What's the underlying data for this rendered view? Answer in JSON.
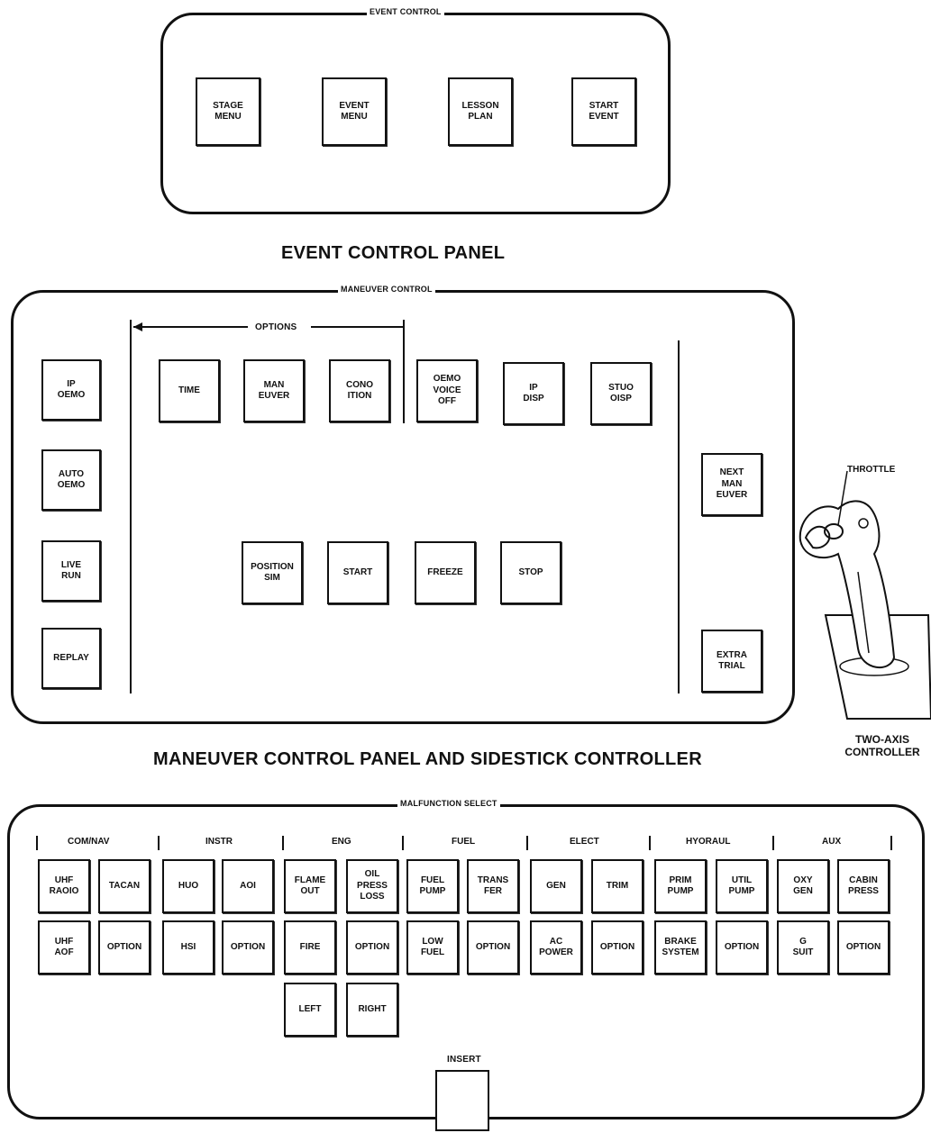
{
  "event_panel": {
    "legend": "EVENT CONTROL",
    "caption": "EVENT CONTROL PANEL",
    "buttons": [
      "STAGE\nMENU",
      "EVENT\nMENU",
      "LESSON\nPLAN",
      "START\nEVENT"
    ]
  },
  "maneuver_panel": {
    "legend": "MANEUVER CONTROL",
    "options_label": "OPTIONS",
    "caption": "MANEUVER CONTROL PANEL AND SIDESTICK CONTROLLER",
    "left_buttons": [
      "IP\nOEMO",
      "AUTO\nOEMO",
      "LIVE\nRUN",
      "REPLAY"
    ],
    "top_buttons": [
      "TIME",
      "MAN\nEUVER",
      "CONO\nITION",
      "OEMO\nVOICE\nOFF",
      "IP\nDISP",
      "STUO\nOISP"
    ],
    "bottom_buttons": [
      "POSITION\nSIM",
      "START",
      "FREEZE",
      "STOP"
    ],
    "right_buttons": [
      "NEXT\nMAN\nEUVER",
      "EXTRA\nTRIAL"
    ]
  },
  "controller": {
    "throttle_label": "THROTTLE",
    "caption": "TWO-AXIS\nCONTROLLER"
  },
  "malfunction_panel": {
    "legend": "MALFUNCTION SELECT",
    "insert_label": "INSERT",
    "groups": [
      "COM/NAV",
      "INSTR",
      "ENG",
      "FUEL",
      "ELECT",
      "HYORAUL",
      "AUX"
    ],
    "row1": [
      "UHF\nRAOIO",
      "TACAN",
      "HUO",
      "AOI",
      "FLAME\nOUT",
      "OIL\nPRESS\nLOSS",
      "FUEL\nPUMP",
      "TRANS\nFER",
      "GEN",
      "TRIM",
      "PRIM\nPUMP",
      "UTIL\nPUMP",
      "OXY\nGEN",
      "CABIN\nPRESS"
    ],
    "row2": [
      "UHF\nAOF",
      "OPTION",
      "HSI",
      "OPTION",
      "FIRE",
      "OPTION",
      "LOW\nFUEL",
      "OPTION",
      "AC\nPOWER",
      "OPTION",
      "BRAKE\nSYSTEM",
      "OPTION",
      "G\nSUIT",
      "OPTION"
    ],
    "row3": [
      "LEFT",
      "RIGHT"
    ]
  }
}
